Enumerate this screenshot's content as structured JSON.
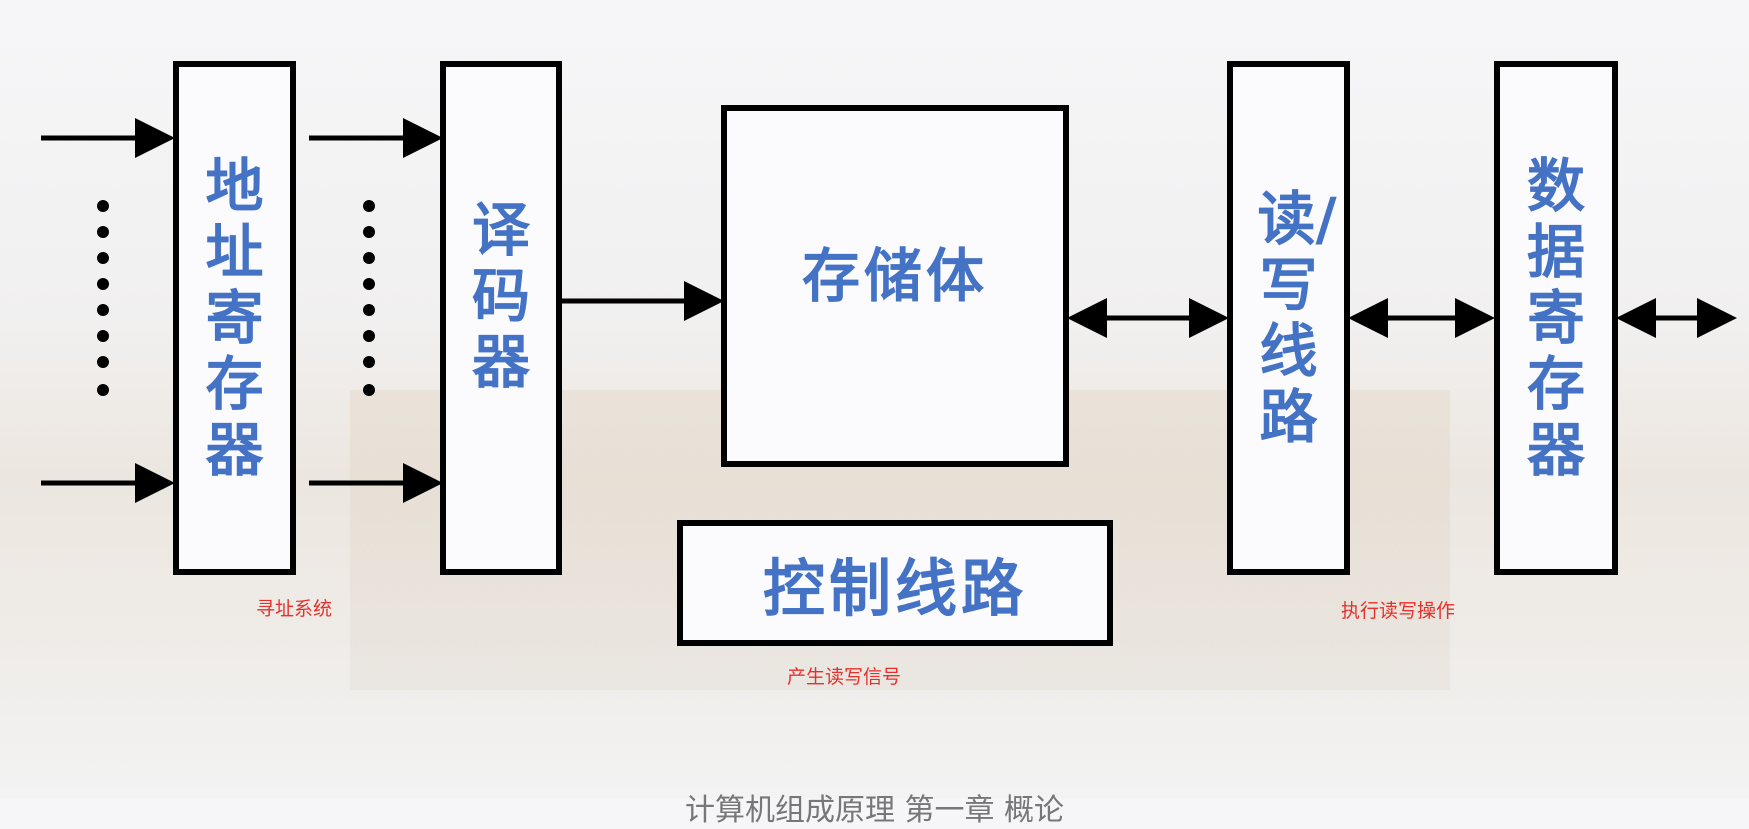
{
  "blocks": {
    "address_register": "地址寄存器",
    "decoder": "译码器",
    "storage": "存储体",
    "read_write_circuit": "读/写线路",
    "data_register": "数据寄存器",
    "control_circuit": "控制线路"
  },
  "notes": {
    "addressing_system": "寻址系统",
    "generate_signals": "产生读写信号",
    "execute_rw": "执行读写操作"
  },
  "footer": "计算机组成原理 第一章 概论",
  "colors": {
    "block_text": "#4472c4",
    "note_text": "#e8302a",
    "line": "#000000"
  }
}
